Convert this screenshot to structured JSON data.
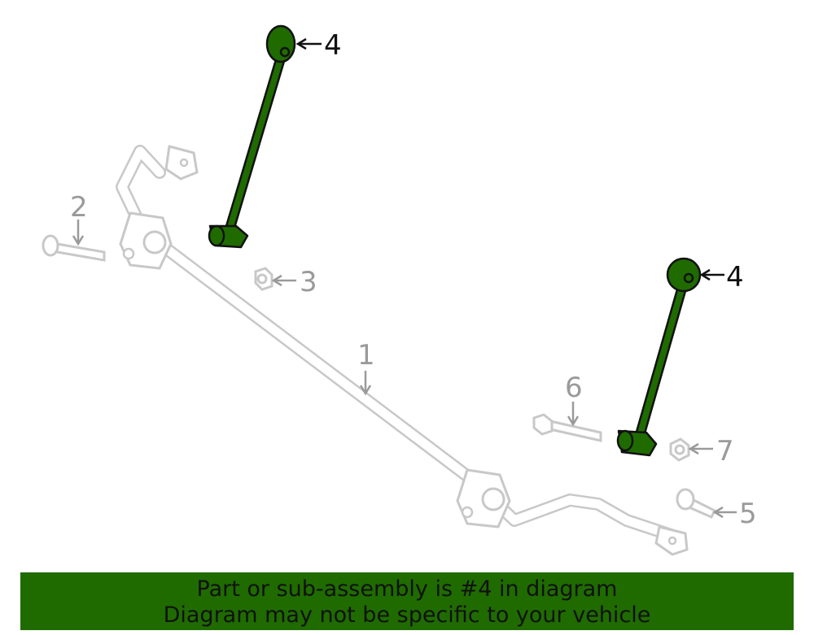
{
  "diagram": {
    "callouts": [
      {
        "number": "1"
      },
      {
        "number": "2"
      },
      {
        "number": "3"
      },
      {
        "number": "4"
      },
      {
        "number": "4"
      },
      {
        "number": "5"
      },
      {
        "number": "6"
      },
      {
        "number": "7"
      }
    ],
    "highlight_part": "4",
    "colors": {
      "highlight": "#1f6b00",
      "part_outline": "#c8c8c8",
      "ink": "#111111",
      "banner_bg": "#1f6b00"
    }
  },
  "banner": {
    "line1": "Part or sub-assembly is #4 in diagram",
    "line2": "Diagram may not be specific to your vehicle"
  }
}
